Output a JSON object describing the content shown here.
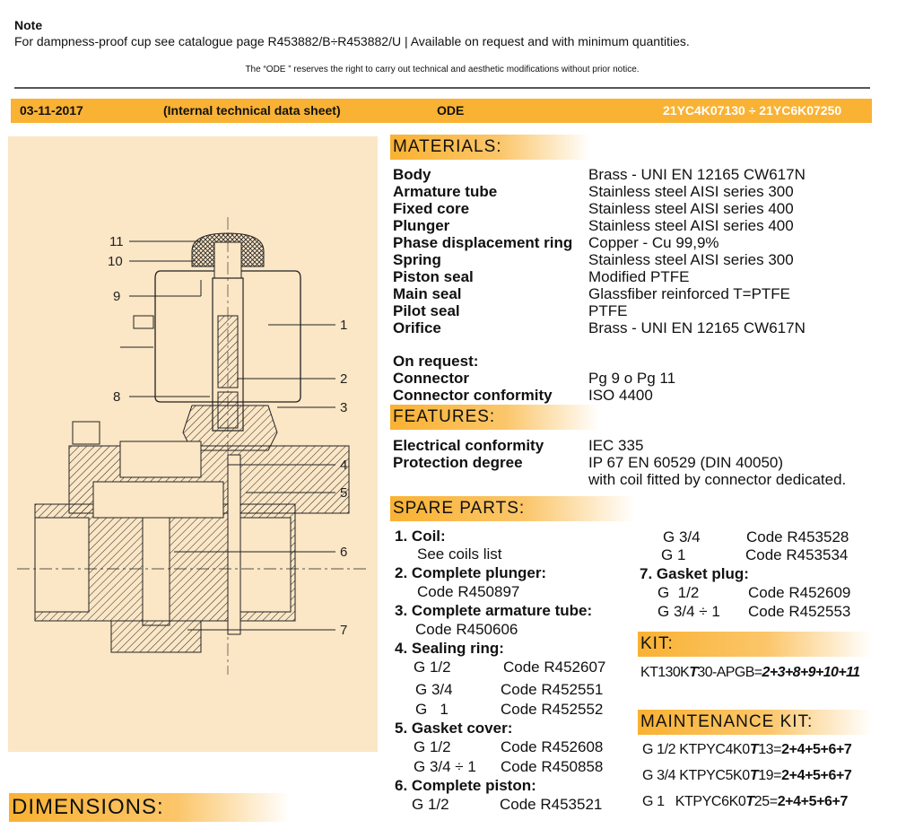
{
  "note": {
    "title": "Note",
    "text": "For dampness-proof cup see catalogue page R453882/B÷R453882/U | Available on request and with minimum quantities.",
    "disclaimer": "The “ODE ” reserves the right to carry out technical and aesthetic modifications without prior notice."
  },
  "header": {
    "date": "03-11-2017",
    "sheet": "(Internal technical data sheet)",
    "brand": "ODE",
    "code": "21YC4K07130 ÷ 21YC6K07250"
  },
  "drawing": {
    "callouts": [
      "11",
      "10",
      "9",
      "8",
      "1",
      "2",
      "3",
      "4",
      "5",
      "6",
      "7"
    ]
  },
  "materials": {
    "title": "MATERIALS:",
    "rows": [
      {
        "label": "Body",
        "value": "Brass - UNI EN 12165 CW617N"
      },
      {
        "label": "Armature tube",
        "value": "Stainless steel  AISI series 300"
      },
      {
        "label": "Fixed core",
        "value": "Stainless steel  AISI series 400"
      },
      {
        "label": "Plunger",
        "value": "Stainless steel  AISI series 400"
      },
      {
        "label": "Phase displacement ring",
        "value": "Copper - Cu 99,9%"
      },
      {
        "label": "Spring",
        "value": "Stainless steel  AISI series 300"
      },
      {
        "label": "Piston seal",
        "value": "Modified PTFE"
      },
      {
        "label": "Main seal",
        "value": "Glassfiber reinforced T=PTFE"
      },
      {
        "label": "Pilot seal",
        "value": "PTFE"
      },
      {
        "label": "Orifice",
        "value": "Brass - UNI EN 12165 CW617N"
      }
    ],
    "on_request": "On request:",
    "request_rows": [
      {
        "label": "Connector",
        "value": "Pg 9 o Pg 11"
      },
      {
        "label": "Connector conformity",
        "value": "ISO 4400"
      }
    ]
  },
  "features": {
    "title": "FEATURES:",
    "rows": [
      {
        "label": "Electrical conformity",
        "value": "IEC 335"
      },
      {
        "label": "Protection degree",
        "value": "IP 67 EN 60529 (DIN 40050)"
      }
    ],
    "extra": "with coil fitted by connector dedicated."
  },
  "spare_parts": {
    "title": "SPARE PARTS:",
    "coil": {
      "num": "1.",
      "name": "Coil:",
      "sub": "See coils list"
    },
    "plunger": {
      "num": "2.",
      "name": "Complete plunger:",
      "code": "Code R450897"
    },
    "armature": {
      "num": "3.",
      "name": "Complete armature tube:",
      "code": "Code R450606"
    },
    "sealing": {
      "num": "4.",
      "name": "Sealing ring:",
      "items": [
        {
          "size": "G 1/2",
          "code": "Code R452607"
        },
        {
          "size": "G 3/4",
          "code": "Code R452551"
        },
        {
          "size": "G   1",
          "code": "Code R452552"
        }
      ]
    },
    "gasket_cover": {
      "num": "5.",
      "name": "Gasket cover:",
      "items": [
        {
          "size": "G 1/2",
          "code": "Code R452608"
        },
        {
          "size": "G 3/4 ÷ 1",
          "code": "Code R450858"
        }
      ]
    },
    "piston": {
      "num": "6.",
      "name": "Complete piston:",
      "items": [
        {
          "size": "G 1/2",
          "code": "Code R453521"
        },
        {
          "size": "G 3/4",
          "code": "Code R453528"
        },
        {
          "size": "G 1",
          "code": "Code R453534"
        }
      ]
    },
    "gasket_plug": {
      "num": "7.",
      "name": "Gasket plug:",
      "items": [
        {
          "size": "G  1/2",
          "code": "Code R452609"
        },
        {
          "size": "G 3/4 ÷ 1",
          "code": "Code R452553"
        }
      ]
    }
  },
  "kit": {
    "title": "KIT:",
    "code_a": "KT130K",
    "code_b": "T",
    "code_c": "30-APGB=",
    "code_d": "2+3+8+9+10+11"
  },
  "maintenance": {
    "title": "MAINTENANCE KIT:",
    "rows": [
      {
        "size": "G 1/2",
        "pre": "KTPYC4K0",
        "t": "T",
        "mid": "13=",
        "parts": "2+4+5+6+7"
      },
      {
        "size": "G 3/4",
        "pre": "KTPYC5K0",
        "t": "T",
        "mid": "19=",
        "parts": "2+4+5+6+7"
      },
      {
        "size": "G 1",
        "pre": "KTPYC6K0",
        "t": "T",
        "mid": "25=",
        "parts": "2+4+5+6+7"
      }
    ]
  },
  "dimensions": {
    "title": "DIMENSIONS:"
  },
  "colors": {
    "accent": "#f9b233",
    "drawing_bg": "#fbe6c6"
  }
}
